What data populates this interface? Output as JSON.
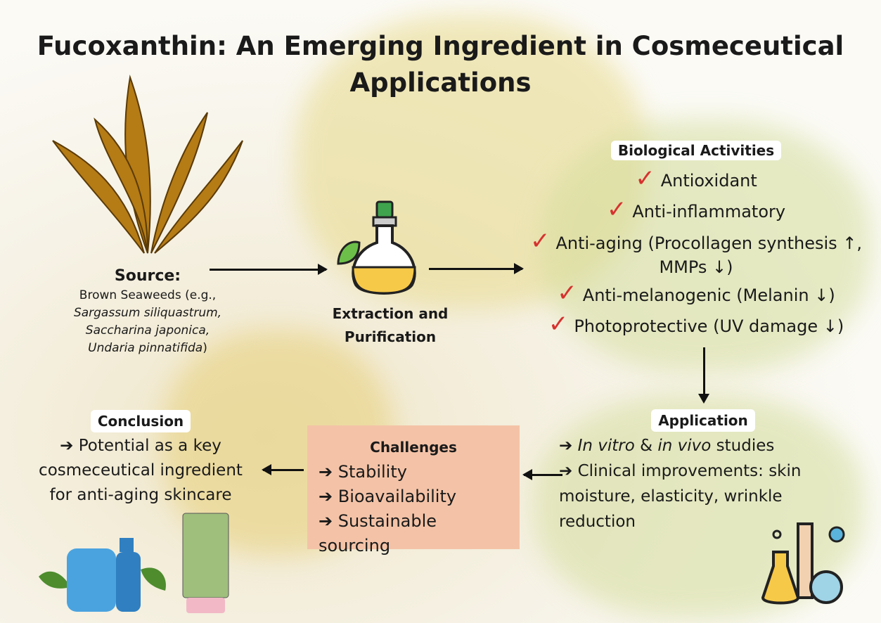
{
  "title": "Fucoxanthin: An Emerging Ingredient in Cosmeceutical Applications",
  "source": {
    "heading": "Source:",
    "line1": "Brown Seaweeds (e.g.,",
    "species": [
      "Sargassum siliquastrum,",
      "Saccharina japonica,",
      "Undaria pinnatifida"
    ],
    "close": ")"
  },
  "extraction": {
    "line1": "Extraction and",
    "line2": "Purification"
  },
  "activities": {
    "heading": "Biological Activities",
    "items": [
      "Antioxidant",
      "Anti-inflammatory",
      "Anti-aging (Procollagen synthesis ↑,",
      "MMPs ↓)",
      "Anti-melanogenic (Melanin ↓)",
      "Photoprotective (UV damage ↓)"
    ]
  },
  "application": {
    "heading": "Application",
    "item1_a": "➔ ",
    "item1_b": "In vitro",
    "item1_c": " & ",
    "item1_d": "in vivo",
    "item1_e": " studies",
    "item2": "➔ Clinical improvements: skin",
    "item2b": "moisture, elasticity, wrinkle",
    "item2c": "reduction"
  },
  "challenges": {
    "heading": "Challenges",
    "items": [
      "➔ Stability",
      "➔ Bioavailability",
      "➔ Sustainable sourcing"
    ]
  },
  "conclusion": {
    "heading": "Conclusion",
    "lines": [
      "➔ Potential as a key",
      "cosmeceutical ingredient",
      "for anti-aging skincare"
    ]
  },
  "colors": {
    "challenge_bg": "#f4c3a7",
    "check": "#d6322f",
    "seaweed": "#b57b15"
  }
}
